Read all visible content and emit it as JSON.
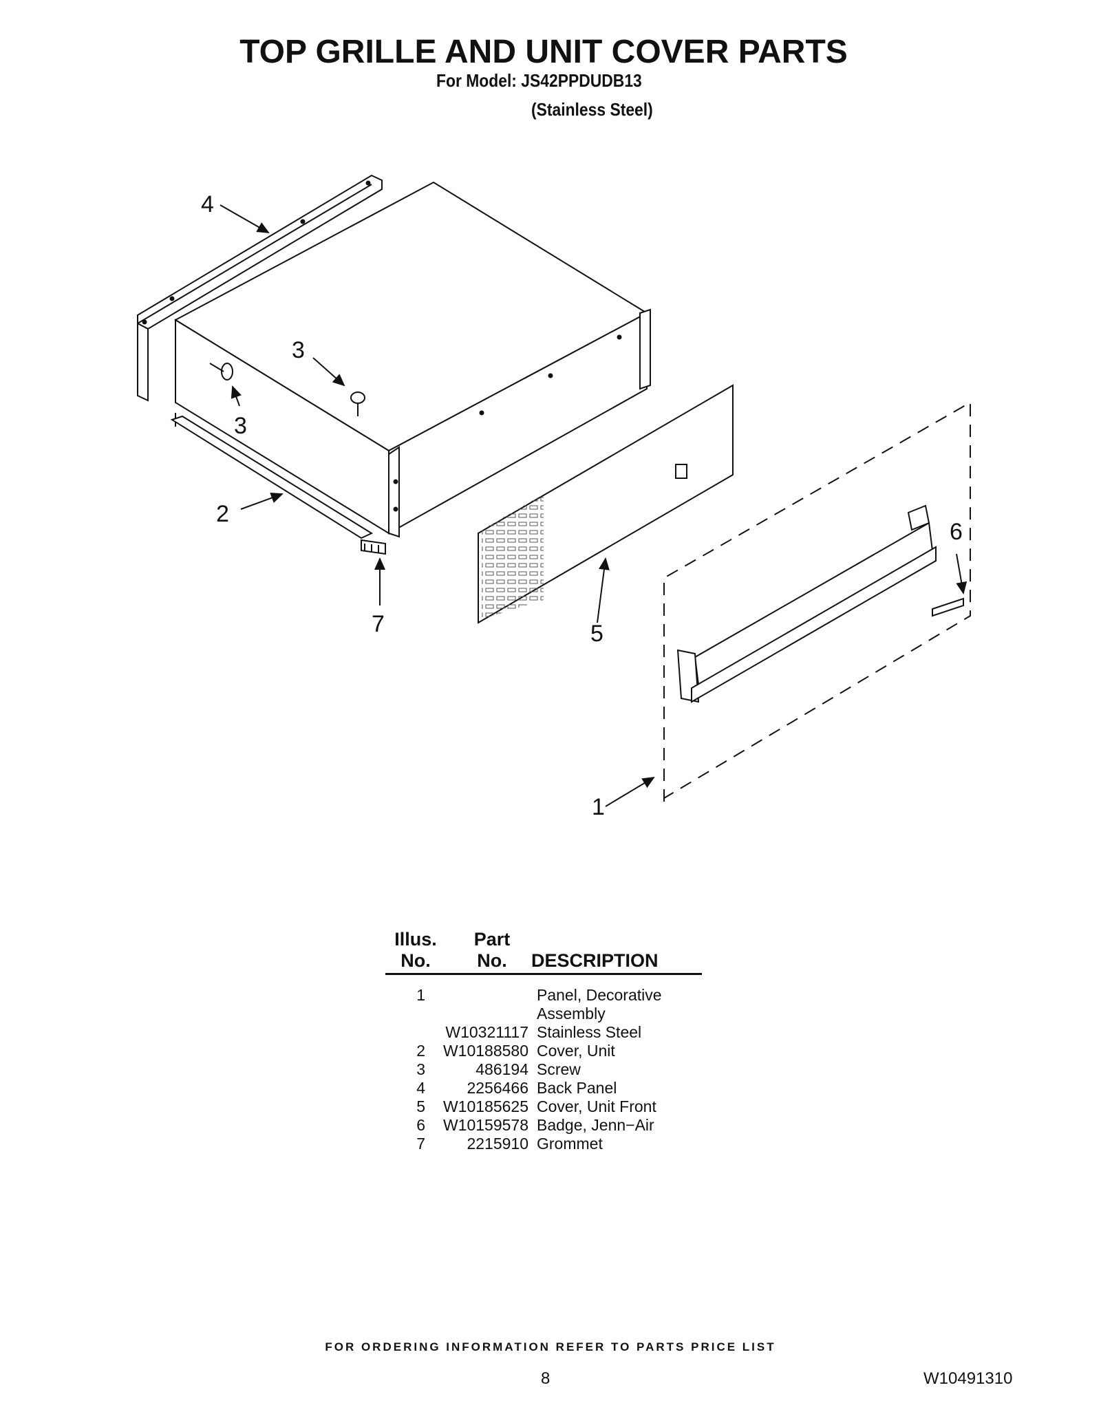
{
  "header": {
    "title": "TOP GRILLE AND UNIT COVER PARTS",
    "model": "For Model: JS42PPDUDB13",
    "variant": "(Stainless Steel)"
  },
  "diagram": {
    "callouts": [
      "4",
      "3",
      "3",
      "2",
      "7",
      "5",
      "6",
      "1"
    ]
  },
  "parts_table": {
    "header_illus": [
      "Illus.",
      "No."
    ],
    "header_part": [
      "Part",
      "No."
    ],
    "header_desc": "DESCRIPTION",
    "rows": [
      {
        "no": "1",
        "part": "",
        "desc": "Panel, Decorative"
      },
      {
        "no": "",
        "part": "",
        "desc": "Assembly"
      },
      {
        "no": "",
        "part": "W10321117",
        "desc": "Stainless Steel"
      },
      {
        "no": "2",
        "part": "W10188580",
        "desc": "Cover, Unit"
      },
      {
        "no": "3",
        "part": "486194",
        "desc": "Screw"
      },
      {
        "no": "4",
        "part": "2256466",
        "desc": "Back Panel"
      },
      {
        "no": "5",
        "part": "W10185625",
        "desc": "Cover, Unit Front"
      },
      {
        "no": "6",
        "part": "W10159578",
        "desc": "Badge, Jenn−Air"
      },
      {
        "no": "7",
        "part": "2215910",
        "desc": "Grommet"
      }
    ]
  },
  "footer": {
    "note": "FOR ORDERING INFORMATION REFER TO PARTS PRICE LIST",
    "page": "8",
    "doc_number": "W10491310"
  }
}
